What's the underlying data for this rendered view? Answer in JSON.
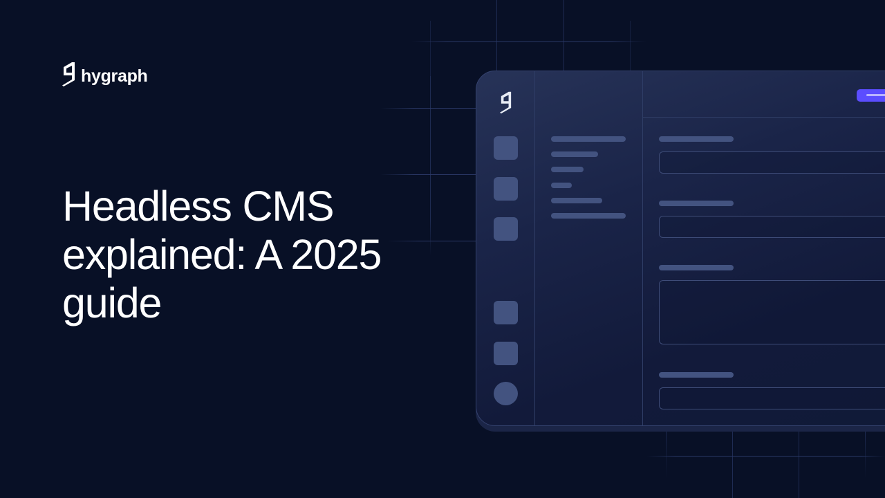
{
  "brand": {
    "name": "hygraph",
    "logo_icon": "hygraph-logo-icon"
  },
  "headline": {
    "lines": [
      "Headless CMS",
      "explained: A 2025",
      "guide"
    ]
  },
  "illustration": {
    "type": "cms-editor-mockup",
    "sidebar_icons": [
      "square",
      "square",
      "square",
      "square",
      "square",
      "circle"
    ],
    "nav_items_count": 6,
    "form_fields": [
      {
        "label": "",
        "type": "text-input"
      },
      {
        "label": "",
        "type": "text-input"
      },
      {
        "label": "",
        "type": "textarea"
      },
      {
        "label": "",
        "type": "text-input"
      }
    ],
    "primary_button_label": ""
  },
  "colors": {
    "background": "#081026",
    "card_surface": "#1a2448",
    "placeholder_block": "#435380",
    "accent": "#5b4dff",
    "text": "#ffffff",
    "grid_line": "#1e2b52"
  }
}
